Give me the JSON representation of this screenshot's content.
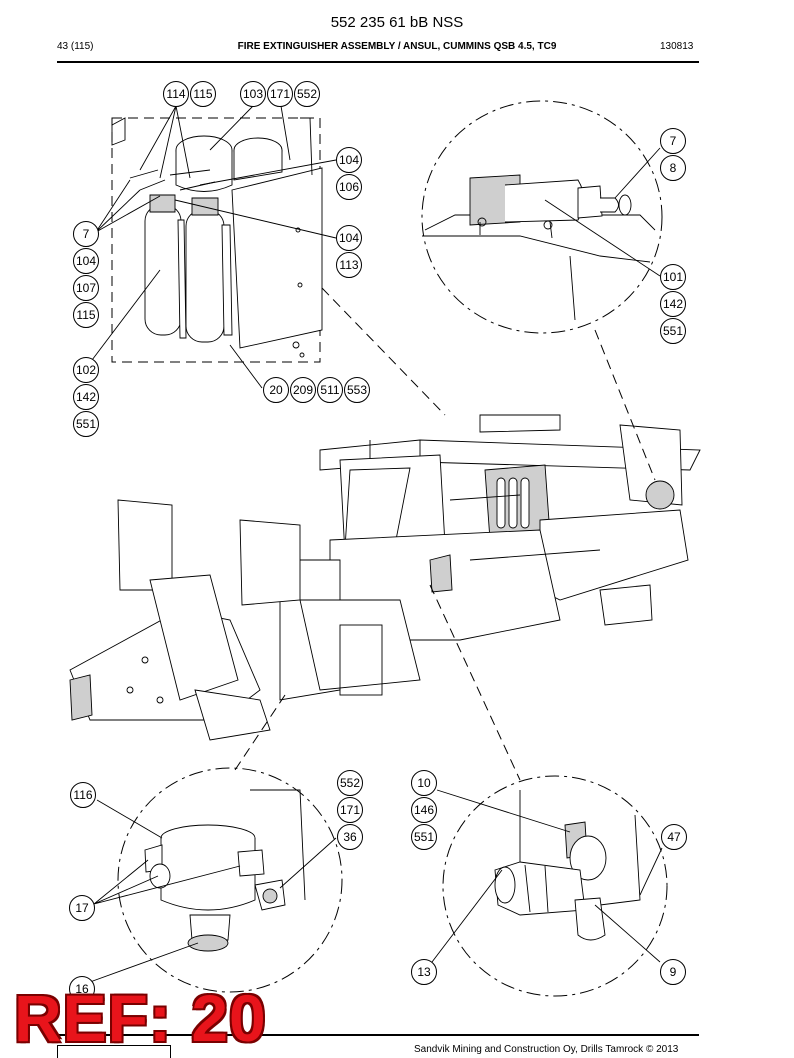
{
  "header": {
    "doc_number": "552 235 61 bB NSS",
    "page": "43 (115)",
    "title": "FIRE EXTINGUISHER ASSEMBLY / ANSUL, CUMMINS QSB 4.5, TC9",
    "code": "130813"
  },
  "stamp": {
    "text": "REF: 20",
    "color": "#e8141b"
  },
  "footer": {
    "copyright": "Sandvik Mining and Construction Oy, Drills Tamrock © 2013"
  },
  "callouts": {
    "c114": "114",
    "c115a": "115",
    "c103": "103",
    "c171a": "171",
    "c552a": "552",
    "c104a": "104",
    "c106": "106",
    "c104b": "104",
    "c113": "113",
    "c7a": "7",
    "c104c": "104",
    "c107": "107",
    "c115b": "115",
    "c102": "102",
    "c142a": "142",
    "c551a": "551",
    "c20": "20",
    "c209": "209",
    "c511": "511",
    "c553": "553",
    "c7b": "7",
    "c8": "8",
    "c101": "101",
    "c142b": "142",
    "c551b": "551",
    "c116": "116",
    "c552b": "552",
    "c171b": "171",
    "c36": "36",
    "c17": "17",
    "c16": "16",
    "c10": "10",
    "c146": "146",
    "c551c": "551",
    "c47": "47",
    "c13": "13",
    "c9": "9"
  }
}
